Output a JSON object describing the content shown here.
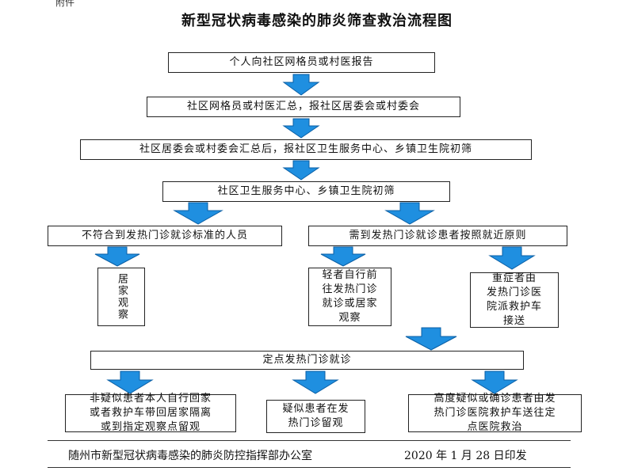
{
  "corner_text": "附件",
  "title": "新型冠状病毒感染的肺炎筛查救治流程图",
  "steps": {
    "s1": "个人向社区网格员或村医报告",
    "s2": "社区网格员或村医汇总，报社区居委会或村委会",
    "s3": "社区居委会或村委会汇总后，报社区卫生服务中心、乡镇卫生院初筛",
    "s4": "社区卫生服务中心、乡镇卫生院初筛",
    "left_branch": "不符合到发热门诊就诊标准的人员",
    "right_branch": "需到发热门诊就诊患者按照就近原则",
    "home_observe": "居家观察",
    "mild": "轻者自行前\n往发热门诊\n就诊或居家\n观察",
    "severe": "重症者由\n发热门诊医\n院派救护车\n接送",
    "designated": "定点发热门诊就诊",
    "non_suspect": "非疑似患者本人自行回家\n或者救护车带回居家隔离\n或到指定观察点留观",
    "suspect": "疑似患者在发\n热门诊留观",
    "high_suspect": "高度疑似或确诊患者由发\n热门诊医院救护车送往定\n点医院救治"
  },
  "footer": {
    "office": "随州市新型冠状病毒感染的肺炎防控指挥部办公室",
    "date": "2020 年 1 月 28 日印发"
  },
  "colors": {
    "arrow_fill": "#1f8fe0",
    "arrow_stroke": "#0b5fa5",
    "border": "#222222"
  }
}
